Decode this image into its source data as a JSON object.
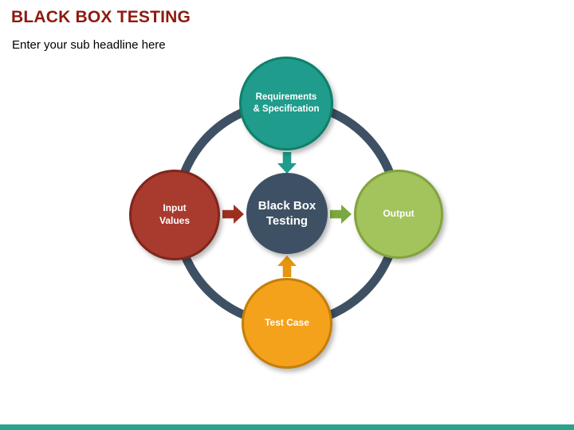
{
  "slide": {
    "title": "BLACK BOX TESTING",
    "subtitle": "Enter your sub headline here"
  },
  "colors": {
    "title": "#8e1a10",
    "ring": "#3e5164",
    "bottom_bar": "#2aa28e",
    "center_fill": "#3e5164",
    "top_fill": "#1f9c8b",
    "top_border": "#0e806d",
    "left_fill": "#a93a2e",
    "left_border": "#7f261d",
    "right_fill": "#a3c45c",
    "right_border": "#82a33e",
    "bottom_fill": "#f4a21c",
    "bottom_border": "#c57e08",
    "arrow_top": "#1f9c8b",
    "arrow_left": "#9e2f1f",
    "arrow_right": "#7aa83e",
    "arrow_bottom": "#e6950c"
  },
  "diagram": {
    "center": {
      "label": "Black Box\nTesting"
    },
    "nodes": [
      {
        "id": "top",
        "label": "Requirements\n& Specification"
      },
      {
        "id": "left",
        "label": "Input\nValues"
      },
      {
        "id": "right",
        "label": "Output"
      },
      {
        "id": "bottom",
        "label": "Test Case"
      }
    ]
  }
}
